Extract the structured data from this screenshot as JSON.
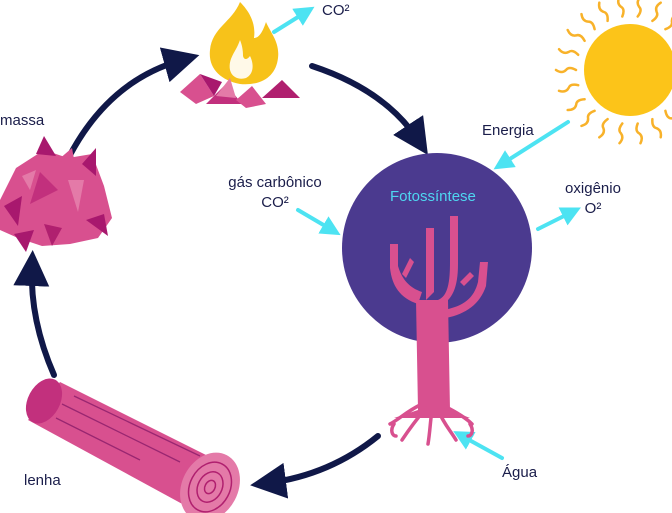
{
  "colors": {
    "arrow_dark": "#101848",
    "arrow_cyan": "#4de3f2",
    "circle": "#4b3a8f",
    "pink": "#d8508f",
    "pink_dark": "#a8186e",
    "flame": "#f7c21a",
    "sun": "#fcc419",
    "sun_rays": "#f8b22a",
    "label_text": "#1a1d4a",
    "label_cyan": "#4fd6f0"
  },
  "labels": {
    "co2_fire": "CO²",
    "biomassa": "massa",
    "energia": "Energia",
    "gas_carbonico": "gás carbônico",
    "gas_carbonico_formula": "CO²",
    "fotossintese": "Fotossíntese",
    "oxigenio": "oxigênio",
    "oxigenio_formula": "O²",
    "lenha": "lenha",
    "agua": "Água"
  }
}
